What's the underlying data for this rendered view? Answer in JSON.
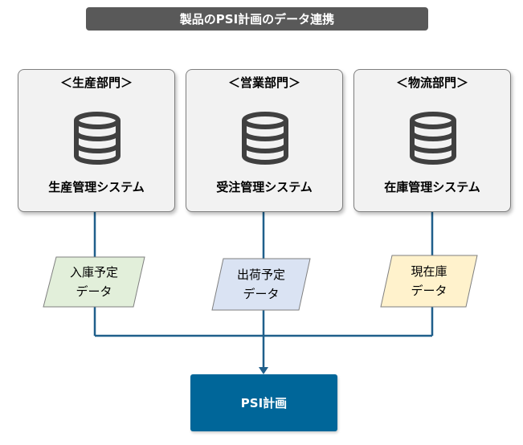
{
  "title": "製品のPSI計画のデータ連携",
  "departments": [
    {
      "label": "＜生産部門＞",
      "system": "生産管理システム"
    },
    {
      "label": "＜営業部門＞",
      "system": "受注管理システム"
    },
    {
      "label": "＜物流部門＞",
      "system": "在庫管理システム"
    }
  ],
  "data_items": [
    {
      "line1": "入庫予定",
      "line2": "データ",
      "color": "#e2efda"
    },
    {
      "line1": "出荷予定",
      "line2": "データ",
      "color": "#dae3f3"
    },
    {
      "line1": "現在庫",
      "line2": "データ",
      "color": "#fff2cc"
    }
  ],
  "target": {
    "label": "PSI計画",
    "color": "#006699"
  },
  "icons": {
    "database": "database-icon"
  },
  "colors": {
    "connector": "#1f5f8b",
    "border": "#7f7f7f",
    "title_bg": "#595959"
  }
}
